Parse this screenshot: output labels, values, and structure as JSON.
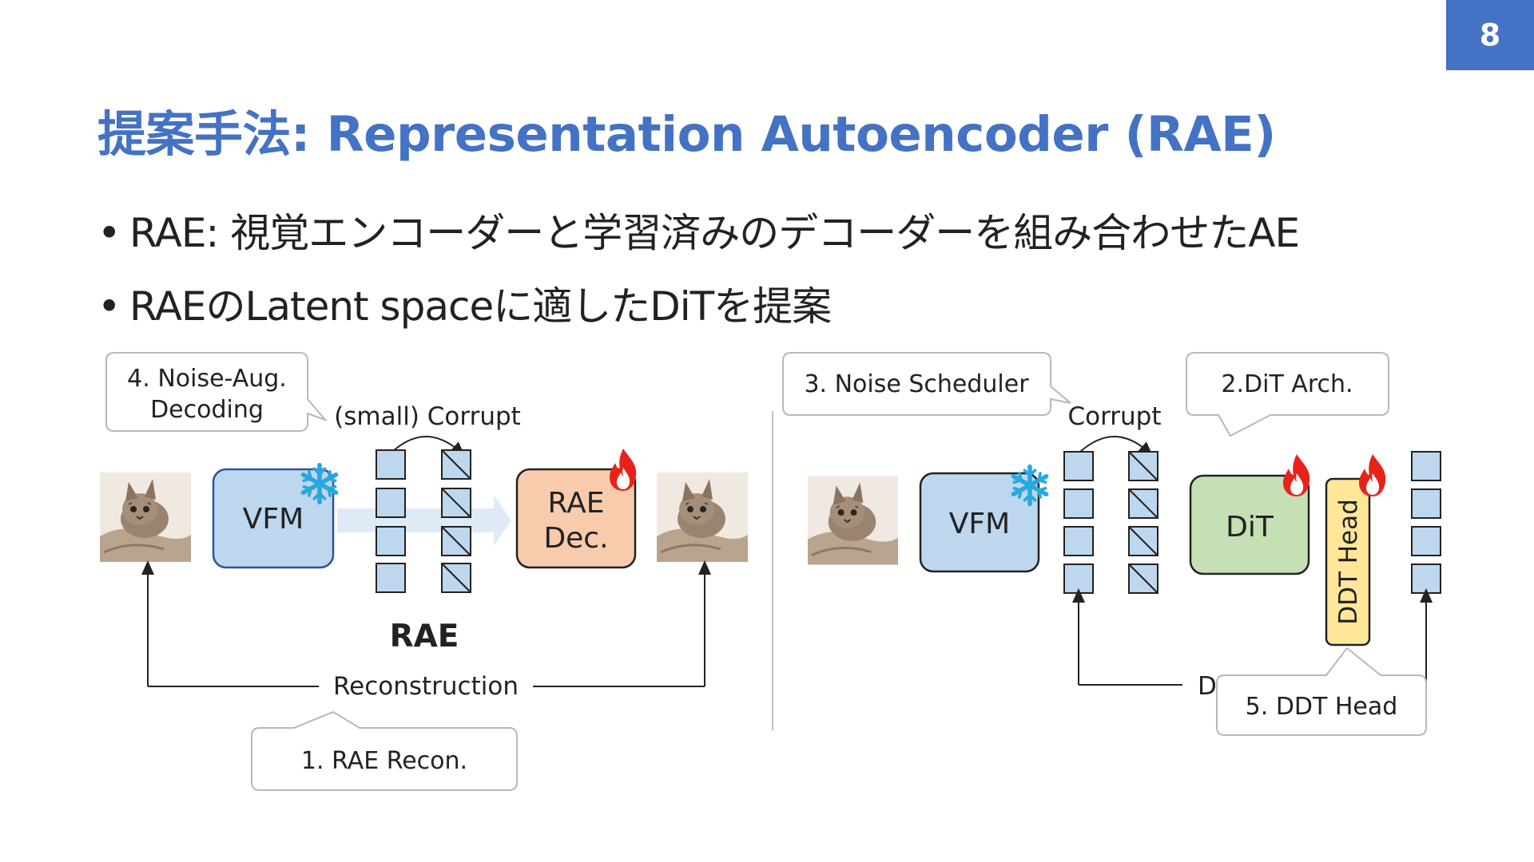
{
  "page_number": "8",
  "title": "提案手法: Representation Autoencoder (RAE)",
  "bullets": [
    "RAE: 視覚エンコーダーと学習済みのデコーダーを組み合わせたAE",
    "RAEのLatent spaceに適したDiTを提案"
  ],
  "left": {
    "callout_noise_aug": [
      "4. Noise-Aug.",
      "Decoding"
    ],
    "corrupt_label": "(small) Corrupt",
    "vfm_label": "VFM",
    "rae_dec_label": [
      "RAE",
      "Dec."
    ],
    "rae_label": "RAE",
    "reconstruction_label": "Reconstruction",
    "callout_recon": "1. RAE Recon."
  },
  "right": {
    "callout_noise_scheduler": "3. Noise Scheduler",
    "callout_dit_arch": "2.DiT Arch.",
    "corrupt_label": "Corrupt",
    "vfm_label": "VFM",
    "dit_label": "DiT",
    "ddt_head_label": "DDT Head",
    "partial_label": "D",
    "callout_ddt_head": "5. DDT Head"
  },
  "colors": {
    "accent": "#4472c4",
    "vfm_fill": "#bdd7ee",
    "dec_fill": "#f8cbad",
    "dit_fill": "#c5e0b4",
    "ddt_fill": "#ffe699",
    "token_fill": "#bdd7ee"
  },
  "icons": {
    "frozen": "snowflake-icon",
    "trainable": "fire-icon",
    "image": "cat-photo"
  }
}
